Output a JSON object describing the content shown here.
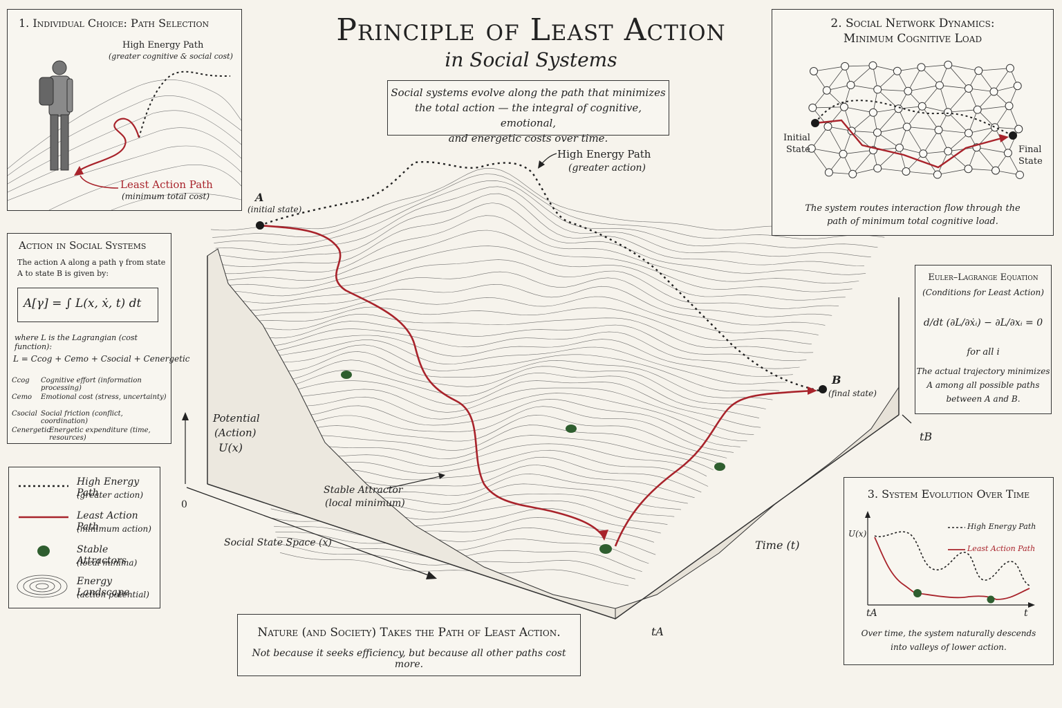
{
  "title": "Principle of Least Action",
  "subtitle": "in Social Systems",
  "summary": {
    "line1": "Social systems evolve along the path that minimizes",
    "line2": "the total action — the integral of cognitive, emotional,",
    "line3": "and energetic costs over time."
  },
  "landscape": {
    "high_path_label": "High Energy Path",
    "high_path_sub": "(greater action)",
    "point_a": "A",
    "point_a_sub": "(initial state)",
    "point_b": "B",
    "point_b_sub": "(final state)",
    "attractor_label": "Stable Attractor",
    "attractor_sub": "(local minimum)",
    "y_axis_1": "Potential",
    "y_axis_2": "(Action)",
    "y_axis_3": "U(x)",
    "zero": "0",
    "x_axis": "Social State Space (x)",
    "time_axis": "Time (t)",
    "t_a": "tA",
    "t_b": "tB"
  },
  "panel1": {
    "title": "1. Individual Choice: Path Selection",
    "high_label": "High Energy Path",
    "high_sub": "(greater cognitive & social cost)",
    "least_label": "Least Action Path",
    "least_sub": "(minimum total cost)"
  },
  "panel2": {
    "title_line1": "2. Social Network Dynamics:",
    "title_line2": "Minimum Cognitive Load",
    "initial_1": "Initial",
    "initial_2": "State",
    "final_1": "Final",
    "final_2": "State",
    "caption_1": "The system routes interaction flow through the",
    "caption_2": "path of minimum total cognitive load."
  },
  "action": {
    "title": "Action in Social Systems",
    "intro_1": "The action A along a path γ from state",
    "intro_2": "A to state B is given by:",
    "formula": "A[γ] = ∫ L(x, ẋ, t) dt",
    "where": "where L is the Lagrangian (cost function):",
    "lagrangian": "L = Ccog + Cemo + Csocial + Cenergetic",
    "terms": [
      {
        "sym": "Ccog",
        "desc": "Cognitive effort (information processing)"
      },
      {
        "sym": "Cemo",
        "desc": "Emotional cost (stress, uncertainty)"
      },
      {
        "sym": "Csocial",
        "desc": "Social friction (conflict, coordination)"
      },
      {
        "sym": "Cenergetic",
        "desc": "Energetic expenditure (time, resources)"
      }
    ]
  },
  "euler": {
    "title": "Euler–Lagrange Equation",
    "sub": "(Conditions for Least Action)",
    "equation": "d/dt (∂L/∂ẋᵢ) − ∂L/∂xᵢ = 0",
    "for_all": "for all i",
    "note_1": "The actual trajectory minimizes",
    "note_2": "A among all possible paths",
    "note_3": "between A and B."
  },
  "legend": {
    "items": [
      {
        "label": "High Energy Path",
        "sub": "(greater action)"
      },
      {
        "label": "Least Action Path",
        "sub": "(minimum action)"
      },
      {
        "label": "Stable Attractors",
        "sub": "(local minima)"
      },
      {
        "label": "Energy Landscape",
        "sub": "(action potential)"
      }
    ]
  },
  "panel3": {
    "title": "3. System Evolution Over Time",
    "y_label": "U(x)",
    "high_label": "High Energy Path",
    "least_label": "Least Action Path",
    "t_a": "tA",
    "t": "t",
    "caption_1": "Over time, the system naturally descends",
    "caption_2": "into valleys of lower action."
  },
  "tagline": {
    "main": "Nature (and Society) Takes the Path of Least Action.",
    "sub": "Not because it seeks efficiency, but because all other paths cost more."
  },
  "colors": {
    "red": "#a8232b",
    "green": "#2f5e2f",
    "ink": "#222222",
    "paper": "#f6f3ec"
  }
}
